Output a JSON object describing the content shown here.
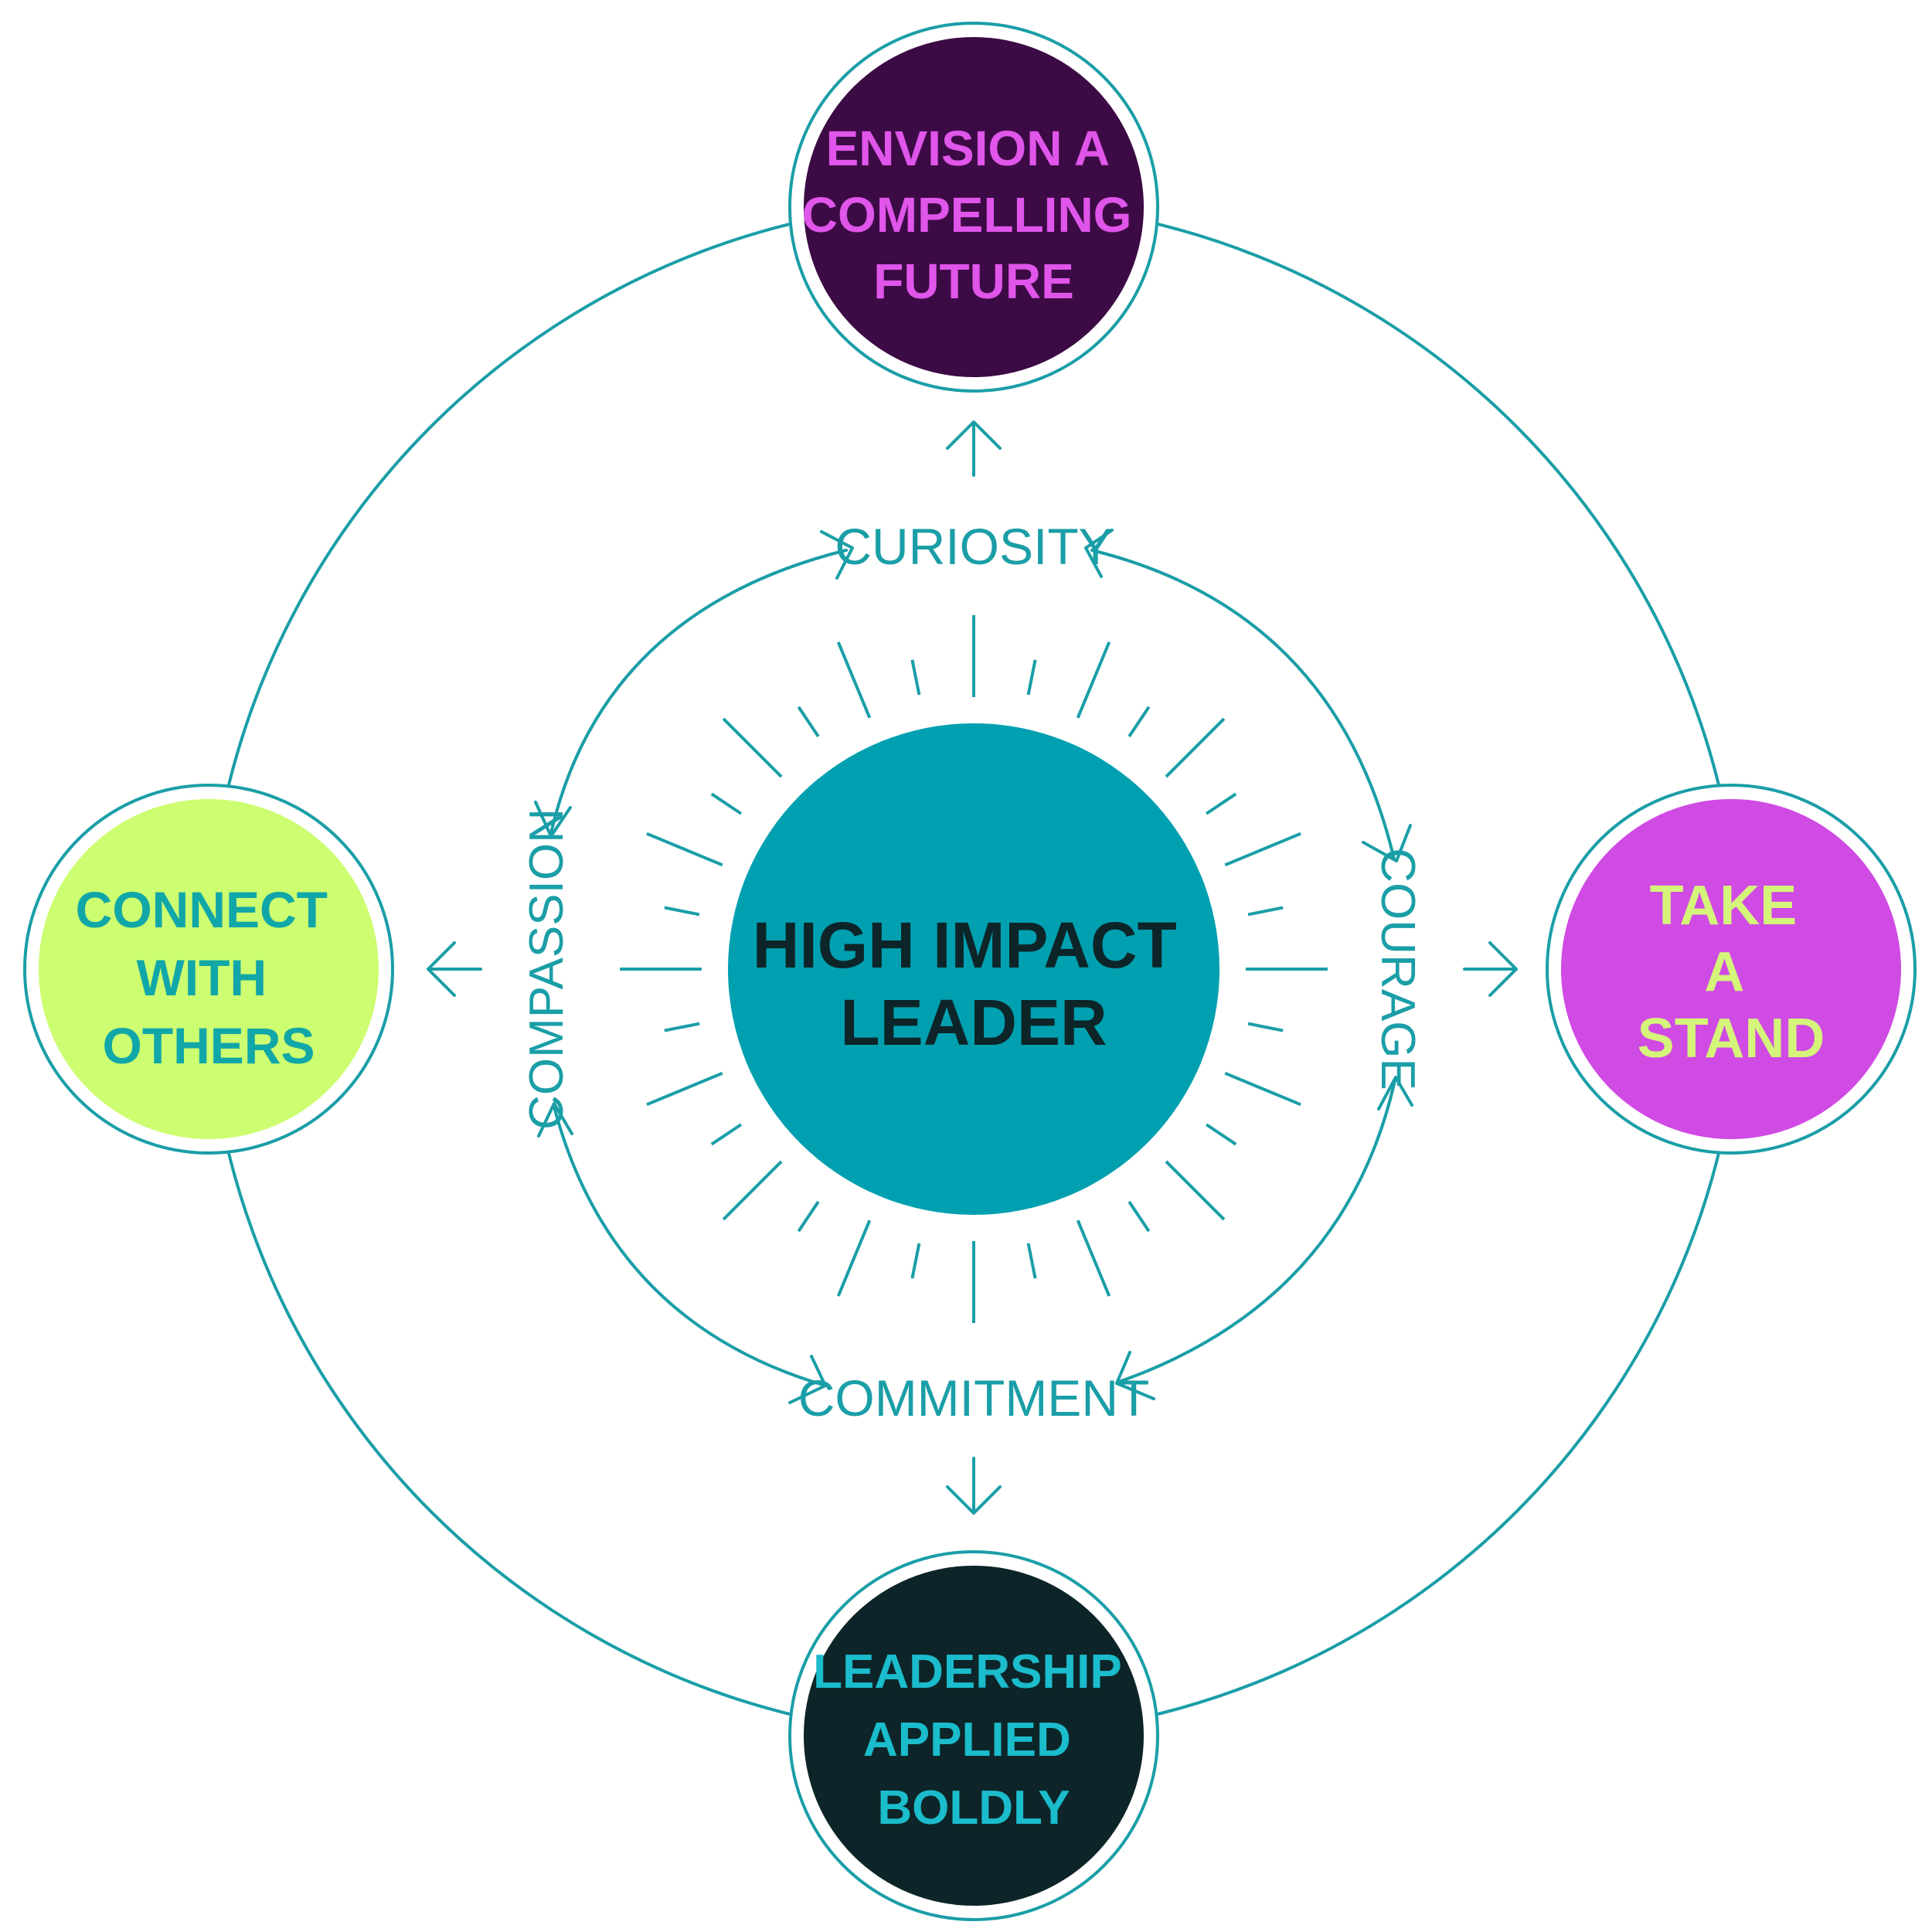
{
  "center": {
    "lines": [
      "HIGH IMPACT",
      "LEADER"
    ],
    "fill": "#00a0b0",
    "text_color": "#0d2528"
  },
  "nodes": {
    "top": {
      "lines": [
        "ENVISION A",
        "COMPELLING",
        "FUTURE"
      ],
      "fill": "#3c0a44",
      "text_color": "#e055ea"
    },
    "right": {
      "lines": [
        "TAKE",
        "A",
        "STAND"
      ],
      "fill": "#d04ae4",
      "text_color": "#d4f57a"
    },
    "bottom": {
      "lines": [
        "LEADERSHIP",
        "APPLIED",
        "BOLDLY"
      ],
      "fill": "#0d2528",
      "text_color": "#1bbccc"
    },
    "left": {
      "lines": [
        "CONNECT",
        "WITH",
        "OTHERS"
      ],
      "fill": "#cdfd70",
      "text_color": "#11a7a8"
    }
  },
  "values": {
    "top": "CURIOSITY",
    "right": "COURAGE",
    "bottom": "COMMITMENT",
    "left": "COMPASSION"
  },
  "colors": {
    "line": "#1a9ea7",
    "value_text": "#1a9ea7"
  }
}
